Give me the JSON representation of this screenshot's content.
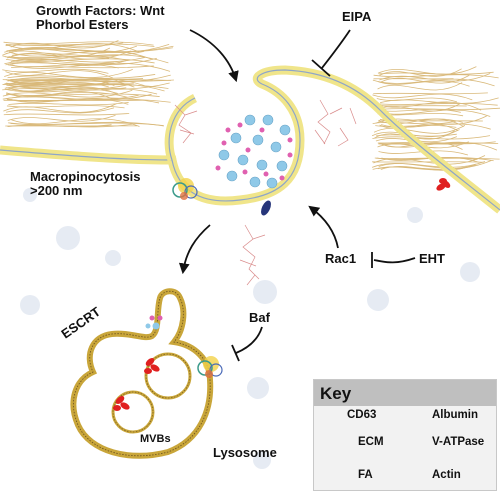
{
  "labels": {
    "growth_factors_line1": "Growth Factors: Wnt",
    "growth_factors_line2": "Phorbol Esters",
    "eipa": "EIPA",
    "macropinocytosis_line1": "Macropinocytosis",
    "macropinocytosis_line2": ">200 nm",
    "rac1": "Rac1",
    "eht": "EHT",
    "escrt": "ESCRT",
    "baf": "Baf",
    "mvbs": "MVBs",
    "lysosome": "Lysosome"
  },
  "key": {
    "title": "Key",
    "items": [
      {
        "label": "CD63",
        "icon": "cd63-icon"
      },
      {
        "label": "Albumin",
        "icon": "albumin-icon"
      },
      {
        "label": "ECM",
        "icon": "ecm-icon"
      },
      {
        "label": "V-ATPase",
        "icon": "v-atpase-icon"
      },
      {
        "label": "FA",
        "icon": "fa-icon"
      },
      {
        "label": "Actin",
        "icon": "actin-icon"
      }
    ]
  },
  "colors": {
    "membrane_fill": "#f0e58a",
    "membrane_line": "#8fa6c8",
    "lysosome_outline": "#b8962e",
    "cd63": "#e02020",
    "albumin": "#8fc9e8",
    "albumin_pink": "#e060b0",
    "ecm": "#d9b97a",
    "fa": "#26357a",
    "actin": "#d98b8b",
    "vesicle_bg": "#e3e9f3",
    "key_bg": "#f2f2f2",
    "key_header": "#bfbfbf"
  }
}
